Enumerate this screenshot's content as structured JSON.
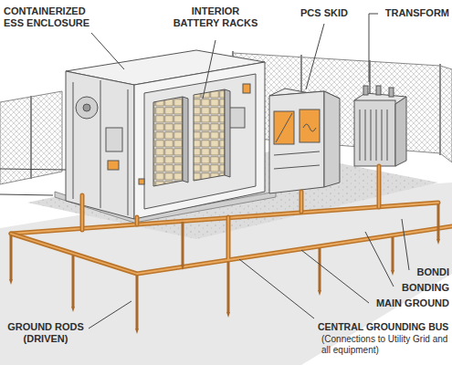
{
  "diagram": {
    "labels": [
      "CONTAINERIZED ESS ENCLOSURE",
      "INTERIOR BATTERY RACKS",
      "PCS SKID",
      "TRANSFORM",
      "BONDI",
      "BONDING",
      "MAIN GROUND",
      "GROUND RODS (DRIVEN)",
      "CENTRAL GROUNDING BUS",
      "(Connections to Utility Grid and all equipment)"
    ]
  }
}
